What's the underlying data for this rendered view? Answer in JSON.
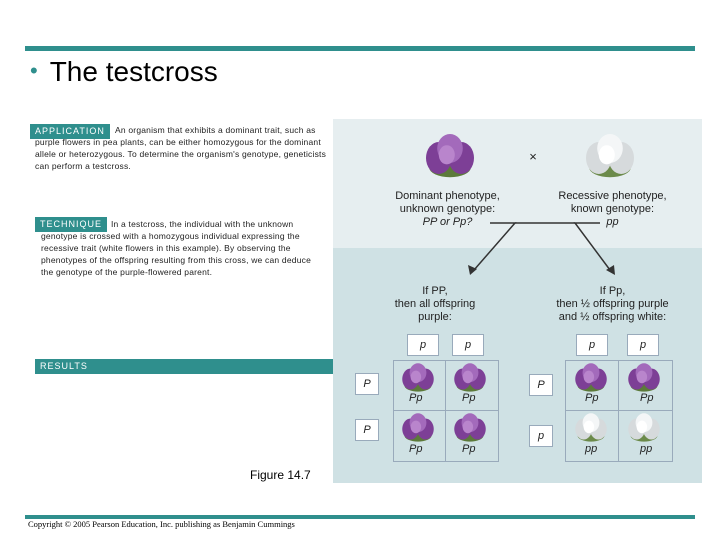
{
  "slide": {
    "title": "The testcross",
    "figure_caption": "Figure 14.7",
    "copyright": "Copyright © 2005 Pearson Education, Inc. publishing as Benjamin Cummings"
  },
  "application": {
    "tag": "APPLICATION",
    "text": "An organism that exhibits a dominant trait, such as purple flowers in pea plants, can be either homozygous for the dominant allele or heterozygous. To determine the organism's genotype, geneticists can perform a testcross."
  },
  "technique": {
    "tag": "TECHNIQUE",
    "text": "In a testcross, the individual with the unknown genotype is crossed with a homozygous individual expressing the recessive trait (white flowers in this example). By observing the phenotypes of the offspring resulting from this cross, we can deduce the genotype of the purple-flowered parent."
  },
  "results": {
    "tag": "RESULTS"
  },
  "diagram": {
    "dominant_label": [
      "Dominant phenotype,",
      "unknown genotype:",
      "PP or Pp?"
    ],
    "recessive_label": [
      "Recessive phenotype,",
      "known genotype:",
      "pp"
    ],
    "cross_symbol": "×",
    "case_pp": [
      "If PP,",
      "then all offspring",
      "purple:"
    ],
    "case_pp_het": [
      "If Pp,",
      "then ½ offspring purple",
      "and ½ offspring white:"
    ],
    "left_square": {
      "col_alleles": [
        "p",
        "p"
      ],
      "row_alleles": [
        "P",
        "P"
      ],
      "cells": [
        [
          "Pp",
          "Pp"
        ],
        [
          "Pp",
          "Pp"
        ]
      ]
    },
    "right_square": {
      "col_alleles": [
        "p",
        "p"
      ],
      "row_alleles": [
        "P",
        "p"
      ],
      "cells": [
        [
          "Pp",
          "Pp"
        ],
        [
          "pp",
          "pp"
        ]
      ]
    }
  },
  "colors": {
    "accent": "#2f8f8d",
    "panel": "#e6eef0",
    "panel_lower": "#cfe1e4",
    "purple_flower": "#8d4fa6",
    "white_flower": "#e8ecee"
  }
}
